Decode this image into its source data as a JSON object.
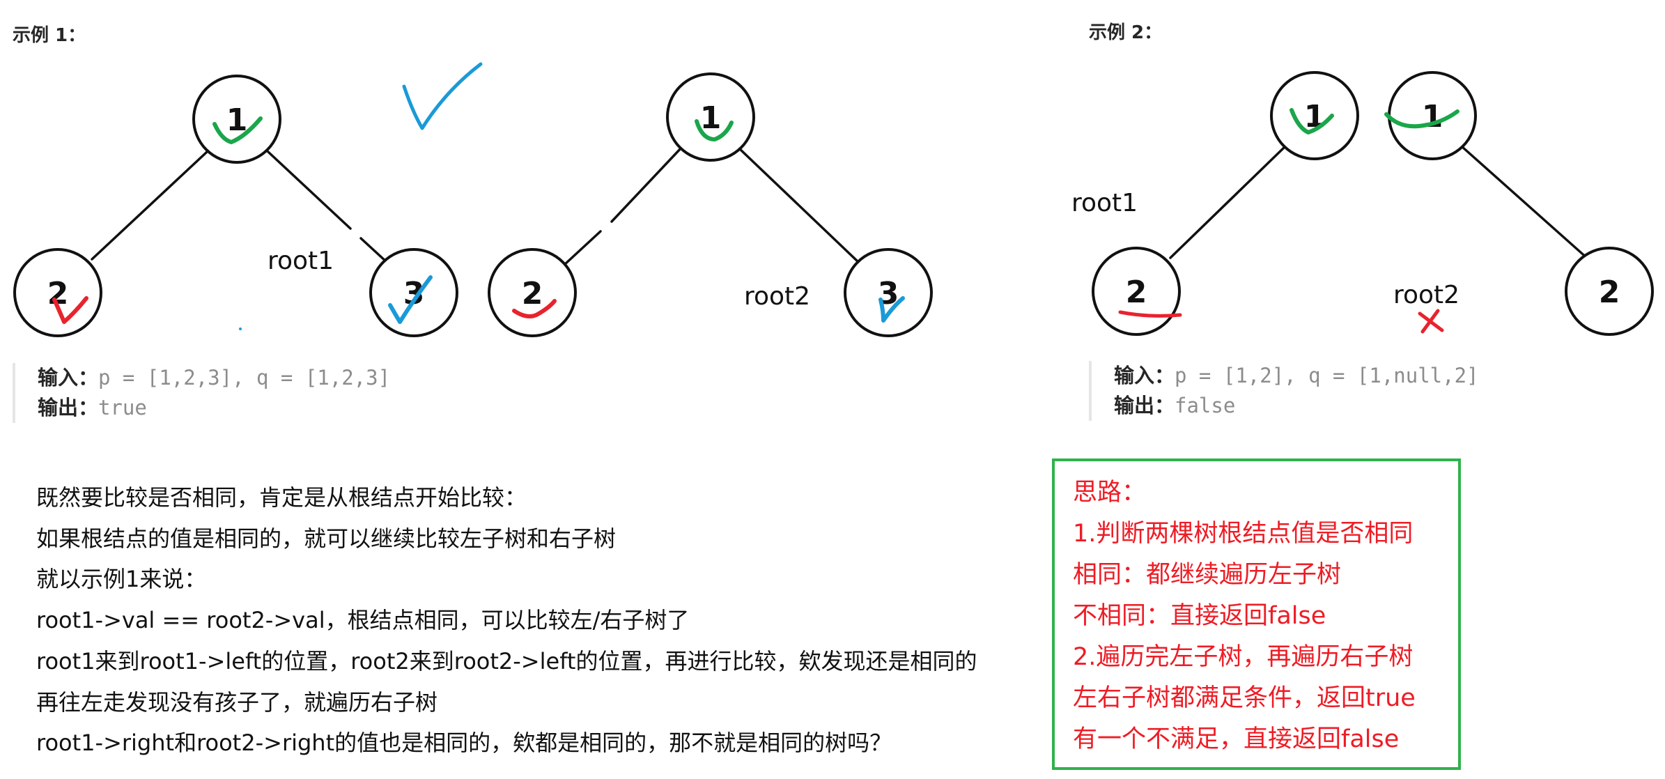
{
  "example1": {
    "title": "示例 1：",
    "tree_p": {
      "root": "1",
      "left": "2",
      "right": "3",
      "label": "root1"
    },
    "tree_q": {
      "root": "1",
      "left": "2",
      "right": "3",
      "label": "root2"
    },
    "input_key": "输入：",
    "input_value": "p = [1,2,3], q = [1,2,3]",
    "output_key": "输出：",
    "output_value": "true"
  },
  "example2": {
    "title": "示例 2：",
    "tree_p": {
      "root": "1",
      "left": "2",
      "label": "root1"
    },
    "tree_q": {
      "root": "1",
      "right": "2",
      "label": "root2"
    },
    "input_key": "输入：",
    "input_value": "p = [1,2], q = [1,null,2]",
    "output_key": "输出：",
    "output_value": "false"
  },
  "notes": [
    "既然要比较是否相同，肯定是从根结点开始比较：",
    "如果根结点的值是相同的，就可以继续比较左子树和右子树",
    "就以示例1来说：",
    "root1->val == root2->val，根结点相同，可以比较左/右子树了",
    "root1来到root1->left的位置，root2来到root2->left的位置，再进行比较，欸发现还是相同的",
    "再往左走发现没有孩子了，就遍历右子树",
    "root1->right和root2->right的值也是相同的，欸都是相同的，那不就是相同的树吗？"
  ],
  "idea": [
    "思路：",
    "1.判断两棵树根结点值是否相同",
    "相同：都继续遍历左子树",
    "不相同：直接返回false",
    "2.遍历完左子树，再遍历右子树",
    "左右子树都满足条件，返回true",
    "有一个不满足，直接返回false"
  ],
  "colors": {
    "check_green": "#1aa64a",
    "check_blue": "#1a9ad8",
    "mark_red": "#e8232d",
    "box_green": "#2fb24c",
    "idea_text_red": "#ee1c25"
  },
  "icons": [
    "check-mark-icon",
    "cross-mark-icon",
    "underline-mark-icon"
  ]
}
